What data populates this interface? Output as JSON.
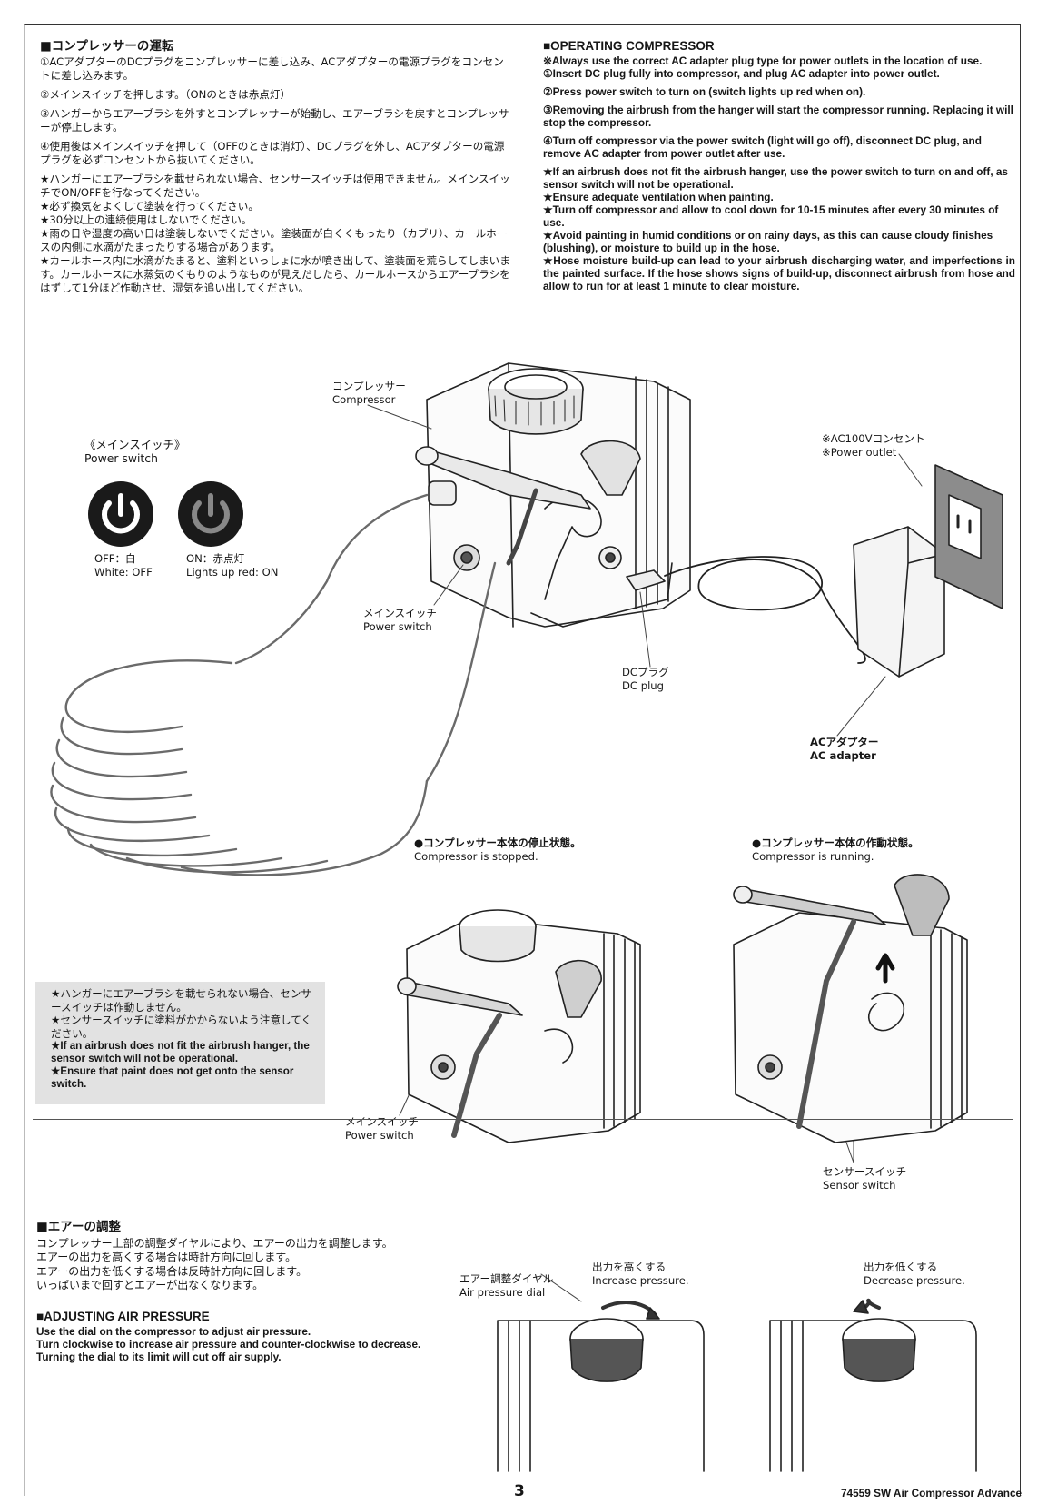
{
  "jp_operating": {
    "title": "■コンプレッサーの運転",
    "p1": "①ACアダプターのDCプラグをコンプレッサーに差し込み、ACアダプターの電源プラグをコンセントに差し込みます。",
    "p2": "②メインスイッチを押します。（ONのときは赤点灯）",
    "p3": "③ハンガーからエアーブラシを外すとコンプレッサーが始動し、エアーブラシを戻すとコンプレッサーが停止します。",
    "p4": "④使用後はメインスイッチを押して（OFFのときは消灯）、DCプラグを外し、ACアダプターの電源プラグを必ずコンセントから抜いてください。",
    "s1": "★ハンガーにエアーブラシを載せられない場合、センサースイッチは使用できません。メインスイッチでON/OFFを行なってください。",
    "s2": "★必ず換気をよくして塗装を行ってください。",
    "s3": "★30分以上の連続使用はしないでください。",
    "s4": "★雨の日や湿度の高い日は塗装しないでください。塗装面が白くくもったり（カブリ）、カールホースの内側に水滴がたまったりする場合があります。",
    "s5": "★カールホース内に水滴がたまると、塗料といっしょに水が噴き出して、塗装面を荒らしてしまいます。カールホースに水蒸気のくもりのようなものが見えだしたら、カールホースからエアーブラシをはずして1分ほど作動させ、湿気を追い出してください。"
  },
  "en_operating": {
    "title": "■OPERATING COMPRESSOR",
    "n0": "※Always use the correct AC adapter plug type for power outlets in the location of use.",
    "p1": "①Insert DC plug fully into compressor, and plug AC adapter into power outlet.",
    "p2": "②Press power switch to turn on (switch lights up red when on).",
    "p3": "③Removing the airbrush from the hanger will start the compressor running. Replacing it will stop the compressor.",
    "p4": "④Turn off compressor via the power switch (light will go off), disconnect DC plug, and remove AC adapter from power outlet after use.",
    "s1": "★If an airbrush does not fit the airbrush hanger, use the power switch to turn on and off, as sensor switch will not be operational.",
    "s2": "★Ensure adequate ventilation when painting.",
    "s3": "★Turn off compressor and allow to cool down for 10-15 minutes after every 30 minutes of use.",
    "s4": "★Avoid painting in humid conditions or on rainy days, as this can cause cloudy finishes (blushing), or moisture to build up in the hose.",
    "s5": "★Hose moisture build-up can lead to your airbrush discharging water, and imperfections in the painted surface. If the hose shows signs of build-up, disconnect airbrush from hose and allow to run for at least 1 minute to clear moisture."
  },
  "diagram": {
    "compressor_jp": "コンプレッサー",
    "compressor_en": "Compressor",
    "power_switch_title_jp": "《メインスイッチ》",
    "power_switch_title_en": "Power switch",
    "off_jp": "OFF：白",
    "off_en": "White: OFF",
    "on_jp": "ON：赤点灯",
    "on_en": "Lights up red: ON",
    "main_switch_jp": "メインスイッチ",
    "main_switch_en": "Power switch",
    "outlet_jp": "※AC100Vコンセント",
    "outlet_en": "※Power outlet",
    "dc_plug_jp": "DCプラグ",
    "dc_plug_en": "DC plug",
    "ac_adapter_jp": "ACアダプター",
    "ac_adapter_en": "AC adapter",
    "stopped_jp": "●コンプレッサー本体の停止状態。",
    "stopped_en": "Compressor is stopped.",
    "running_jp": "●コンプレッサー本体の作動状態。",
    "running_en": "Compressor is running.",
    "main_switch2_jp": "メインスイッチ",
    "main_switch2_en": "Power switch",
    "sensor_jp": "センサースイッチ",
    "sensor_en": "Sensor switch"
  },
  "note": {
    "jp1": "★ハンガーにエアーブラシを載せられない場合、センサースイッチは作動しません。",
    "jp2": "★センサースイッチに塗料がかからないよう注意してください。",
    "en1": "★If an airbrush does not fit the airbrush hanger, the sensor switch will not be operational.",
    "en2": "★Ensure that paint does not get onto the sensor switch."
  },
  "air": {
    "title_jp": "■エアーの調整",
    "l1": "コンプレッサー上部の調整ダイヤルにより、エアーの出力を調整します。",
    "l2": "エアーの出力を高くする場合は時計方向に回します。",
    "l3": "エアーの出力を低くする場合は反時計方向に回します。",
    "l4": "いっぱいまで回すとエアーが出なくなります。",
    "title_en": "■ADJUSTING AIR PRESSURE",
    "e1": "Use the dial on the compressor to adjust air pressure.",
    "e2": "Turn clockwise to increase air pressure and counter-clockwise to decrease.",
    "e3": "Turning the dial to its limit will cut off air supply.",
    "dial_jp": "エアー調整ダイヤル",
    "dial_en": "Air pressure dial",
    "inc_jp": "出力を高くする",
    "inc_en": "Increase pressure.",
    "dec_jp": "出力を低くする",
    "dec_en": "Decrease pressure."
  },
  "footer": {
    "page": "3",
    "product": "74559  SW Air Compressor Advance"
  }
}
